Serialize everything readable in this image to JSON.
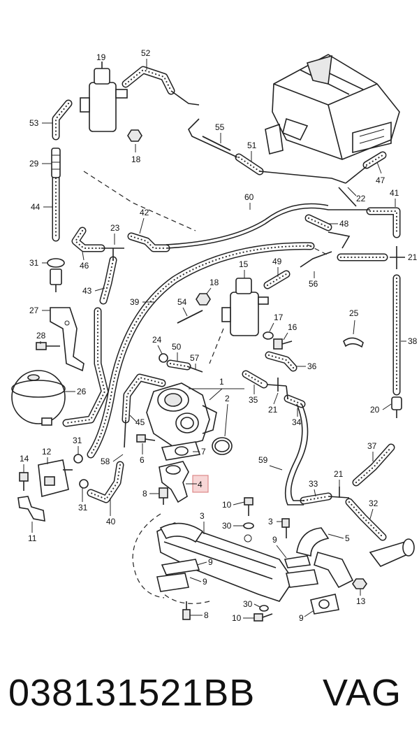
{
  "diagram": {
    "callouts": [
      "19",
      "52",
      "53",
      "18",
      "55",
      "51",
      "29",
      "47",
      "22",
      "44",
      "41",
      "60",
      "42",
      "23",
      "48",
      "21",
      "46",
      "31",
      "15",
      "49",
      "43",
      "18",
      "39",
      "54",
      "56",
      "25",
      "27",
      "17",
      "16",
      "38",
      "28",
      "24",
      "50",
      "57",
      "36",
      "1",
      "26",
      "35",
      "2",
      "21",
      "20",
      "34",
      "12",
      "31",
      "45",
      "7",
      "3",
      "14",
      "6",
      "58",
      "4",
      "59",
      "37",
      "21",
      "33",
      "32",
      "8",
      "10",
      "31",
      "30",
      "3",
      "40",
      "9",
      "5",
      "11",
      "9",
      "13",
      "30",
      "9",
      "10",
      "8",
      "9"
    ],
    "highlighted_callout": "4"
  },
  "footer": {
    "part_number": "038131521BB",
    "brand": "VAG"
  },
  "colors": {
    "highlight_fill": "#f7d6d6",
    "highlight_stroke": "#dd8888",
    "line": "#222222"
  }
}
